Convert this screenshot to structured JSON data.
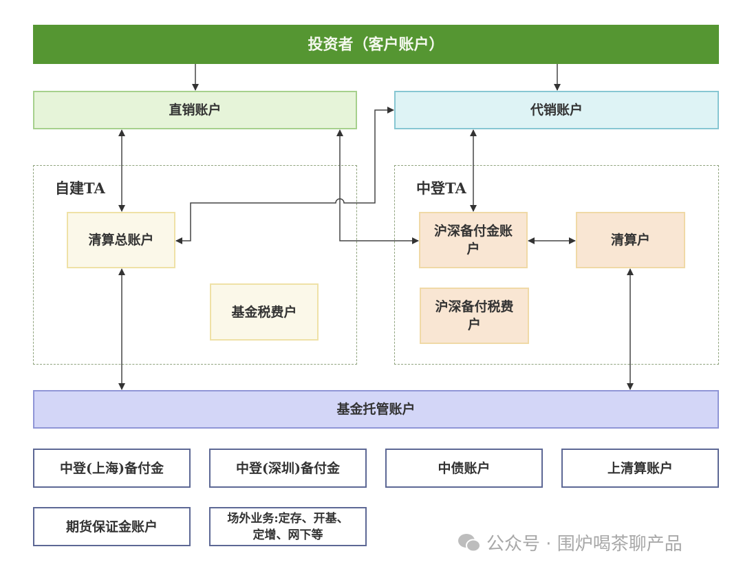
{
  "investor": "投资者（客户账户）",
  "direct_account": "直销账户",
  "agency_account": "代销账户",
  "self_ta": {
    "label": "自建TA",
    "clearing_master": "清算总账户",
    "fund_tax": "基金税费户"
  },
  "csdc_ta": {
    "label": "中登TA",
    "reserve": "沪深备付金账户",
    "clearing": "清算户",
    "reserve_tax": "沪深备付税费户"
  },
  "custody_account": "基金托管账户",
  "other_accounts": [
    "中登(上海)备付金",
    "中登(深圳)备付金",
    "中债账户",
    "上清算账户",
    "期货保证金账户",
    "场外业务:定存、开基、定增、网下等"
  ],
  "watermark": "公众号 · 围炉喝茶聊产品"
}
